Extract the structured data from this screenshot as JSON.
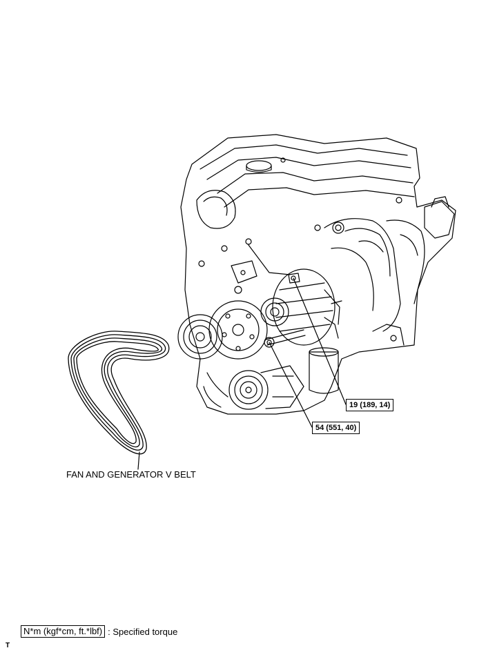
{
  "callouts": {
    "torque_upper": "19 (189, 14)",
    "torque_lower": "54 (551, 40)"
  },
  "parts": {
    "belt_label": "FAN AND GENERATOR V BELT"
  },
  "legend": {
    "unit_box": "N*m (kgf*cm, ft.*lbf)",
    "description": ": Specified torque"
  },
  "corner_mark": "T",
  "colors": {
    "line": "#000000",
    "background": "#ffffff"
  }
}
